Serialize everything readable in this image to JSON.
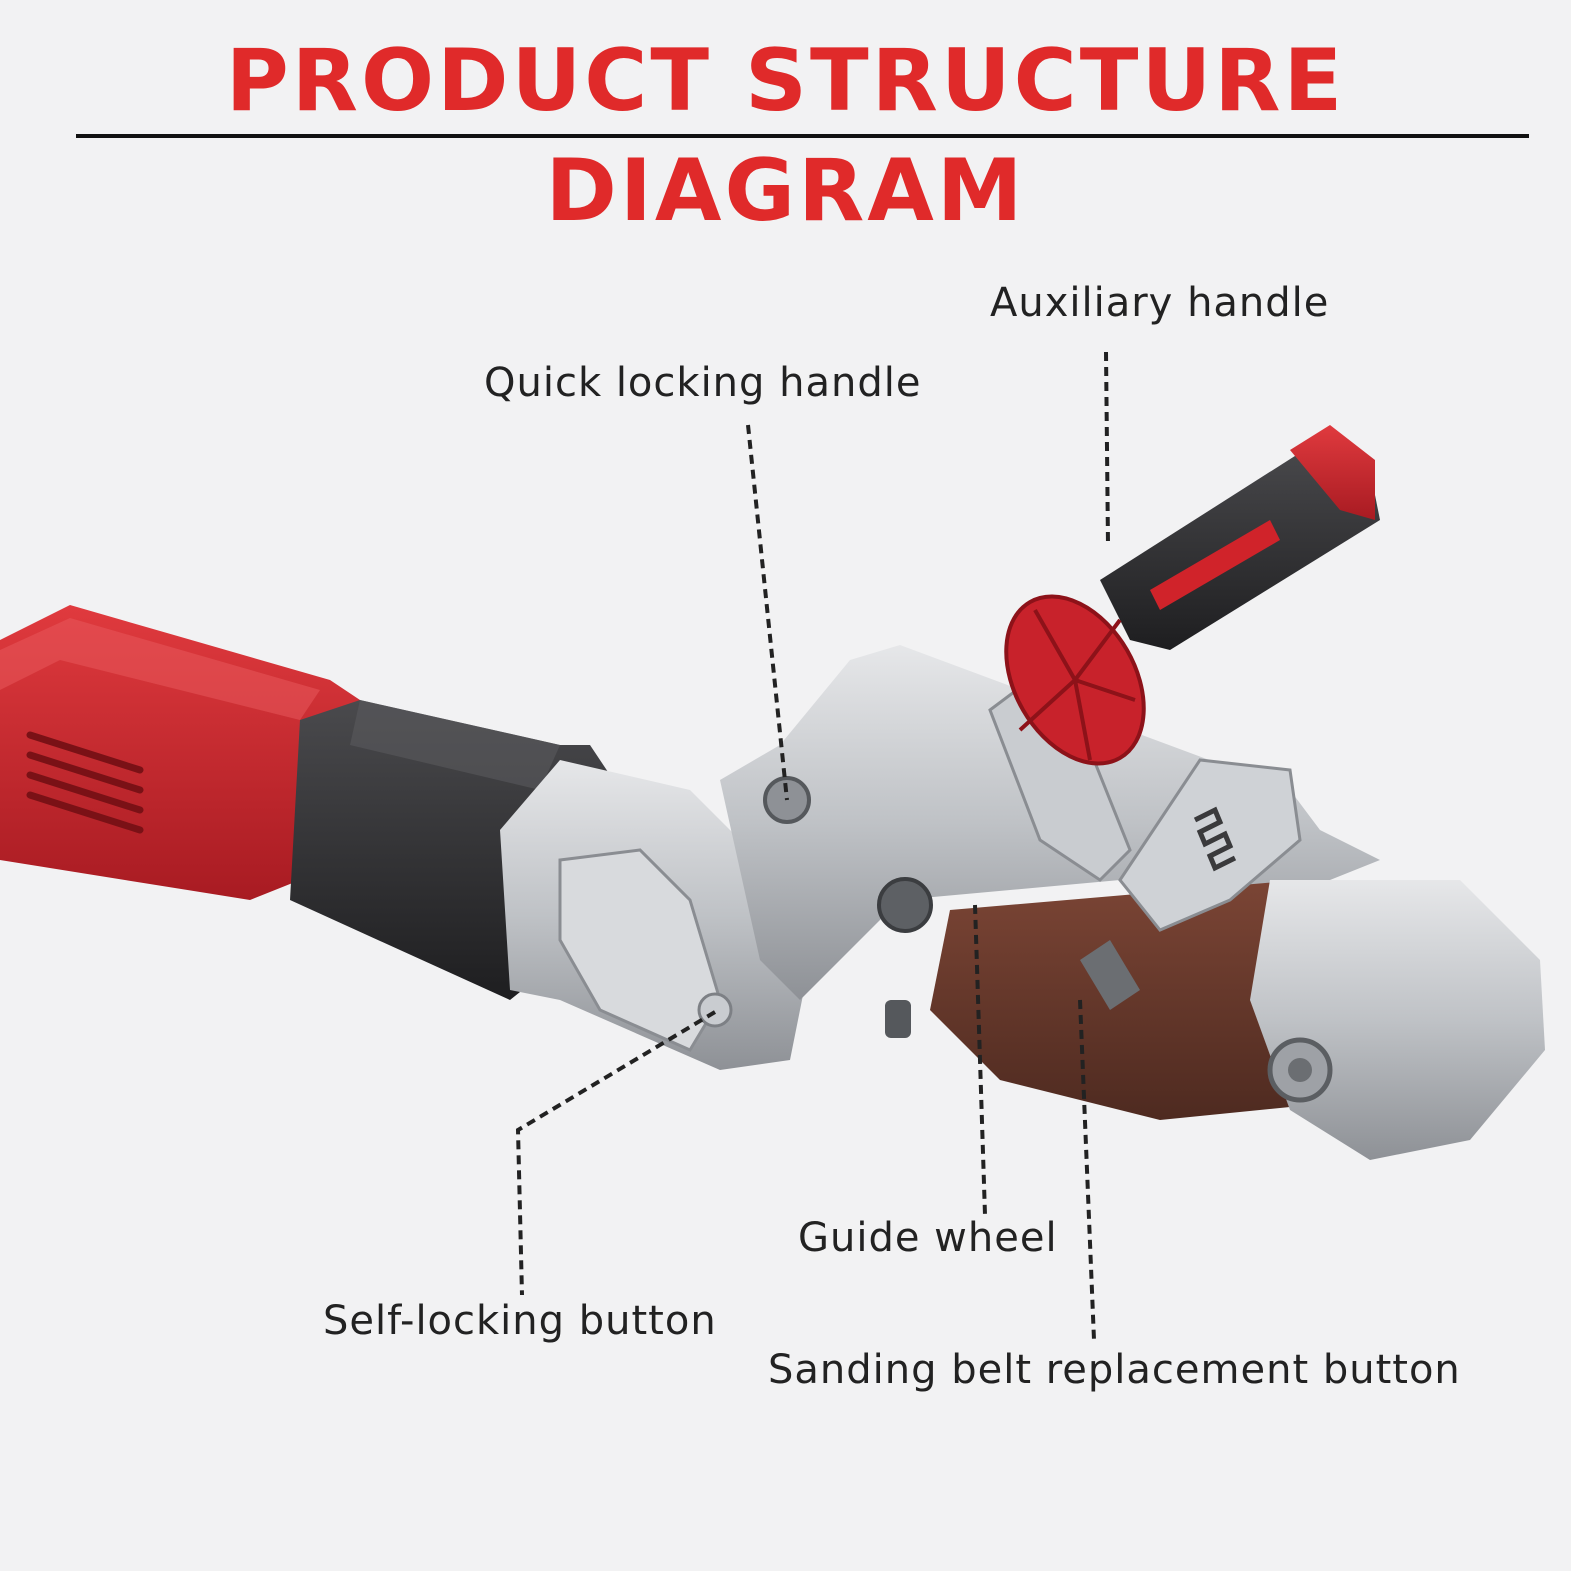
{
  "title": "PRODUCT STRUCTURE DIAGRAM",
  "colors": {
    "title": "#e02a2a",
    "accent_red": "#d0232a",
    "body_dark": "#2b2b2d",
    "metal": "#b9bcc0",
    "belt": "#6b3a2c",
    "leader": "#222222"
  },
  "callouts": [
    {
      "label": "Auxiliary handle"
    },
    {
      "label": "Quick locking handle"
    },
    {
      "label": "Guide wheel"
    },
    {
      "label": "Self-locking button"
    },
    {
      "label": "Sanding belt replacement button"
    }
  ]
}
